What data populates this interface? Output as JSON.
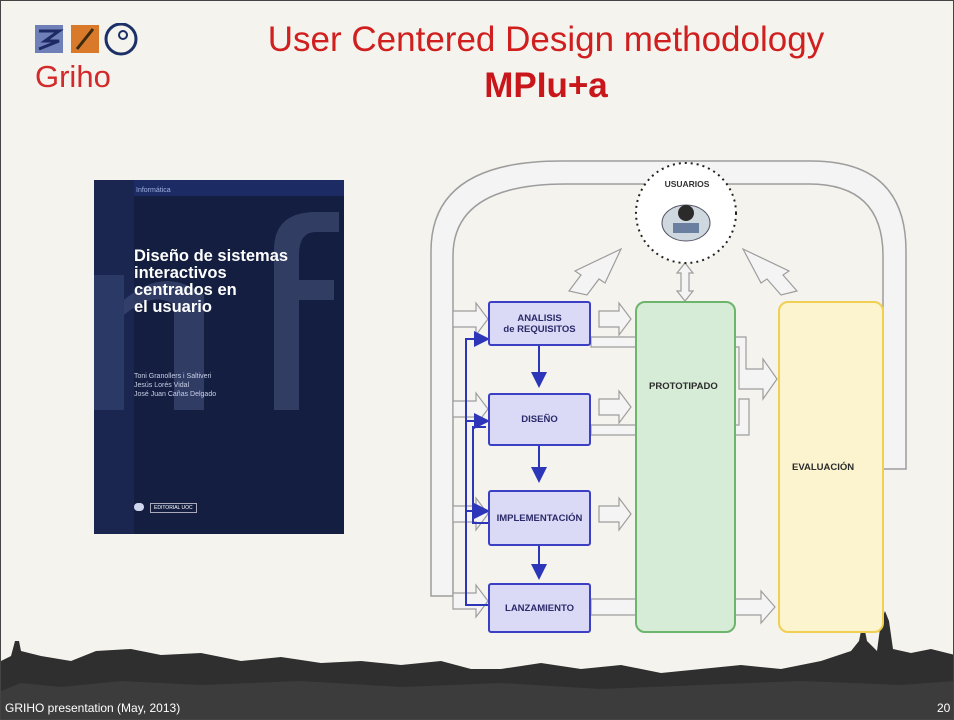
{
  "slide": {
    "logo_text": "Griho",
    "title": "User Centered Design methodology",
    "subtitle": "MPIu+a",
    "footer": "GRIHO presentation (May, 2013)",
    "page_number": "20"
  },
  "book": {
    "tag": "Informática",
    "title": "Diseño de sistemas\ninteractivos\ncentrados en\nel usuario",
    "authors": "Toni Granollers i Saltiveri\nJesús Lorés Vidal\nJosé Juan Cañas Delgado",
    "publisher": "EDITORIAL UOC"
  },
  "diagram": {
    "users_label": "USUARIOS",
    "phases": [
      "ANALISIS\nde REQUISITOS",
      "DISEÑO",
      "IMPLEMENTACIÓN",
      "LANZAMIENTO"
    ],
    "prototype_label": "PROTOTIPADO",
    "evaluation_label": "EVALUACIÓN"
  },
  "colors": {
    "title": "#d01f1f",
    "phase_border": "#3b3fc4",
    "phase_fill": "#dad9f6",
    "prototype_fill": "#d7ecd6",
    "evaluation_fill": "#fcf4cf",
    "book_cover": "#141e40"
  }
}
